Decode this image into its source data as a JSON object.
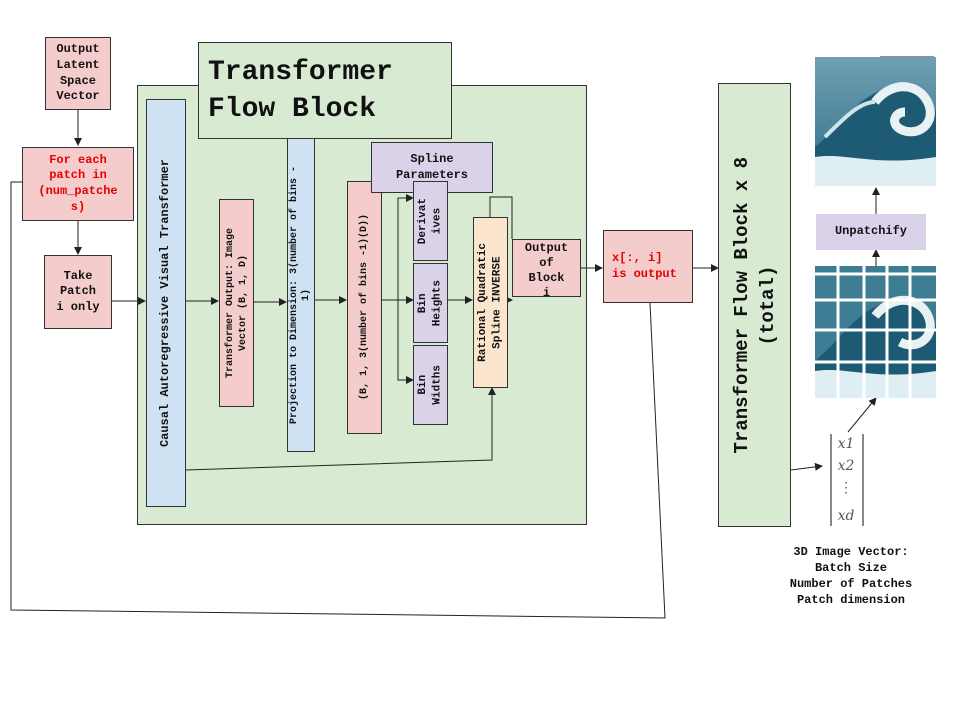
{
  "boxes": {
    "output_latent": "Output\nLatent\nSpace\nVector",
    "for_each_patch": "For each\npatch in\n(num_patche\ns)",
    "take_patch": "Take\nPatch\ni only",
    "title": "Transformer\nFlow Block",
    "causal_transformer": "Causal Autoregressive Visual Transformer",
    "transformer_output": "Transformer Output: Image\nVector (B, 1, D)",
    "projection": "Projection to Dimension: 3(number of bins -\n1)",
    "b_shape": "(B, 1, 3(number of bins -1)(D))",
    "spline_params": "Spline\nParameters",
    "derivatives": "Derivat\nives",
    "bin_heights": "Bin\nHeights",
    "bin_widths": "Bin\nWidths",
    "rq_spline": "Rational Quadratic\nSpline INVERSE",
    "output_block": "Output\nof\nBlock\ni",
    "x_output": "x[:, i]\nis output",
    "flow_x8": "Transformer Flow Block x 8\n(total)",
    "unpatchify": "Unpatchify"
  },
  "vector": {
    "x1": "x1",
    "x2": "x2",
    "dots": "⋮",
    "xd": "xd"
  },
  "caption": "3D Image Vector:\nBatch Size\nNumber of Patches\nPatch dimension",
  "icons": {
    "wave_image": "ocean-wave-image",
    "patched_image": "patched-wave-image"
  },
  "colors": {
    "pink": "#f4cccc",
    "green": "#d9ead3",
    "blue": "#cfe2f3",
    "purple": "#d9d2e9",
    "orange": "#fce5cd",
    "red_text": "#e60000"
  }
}
